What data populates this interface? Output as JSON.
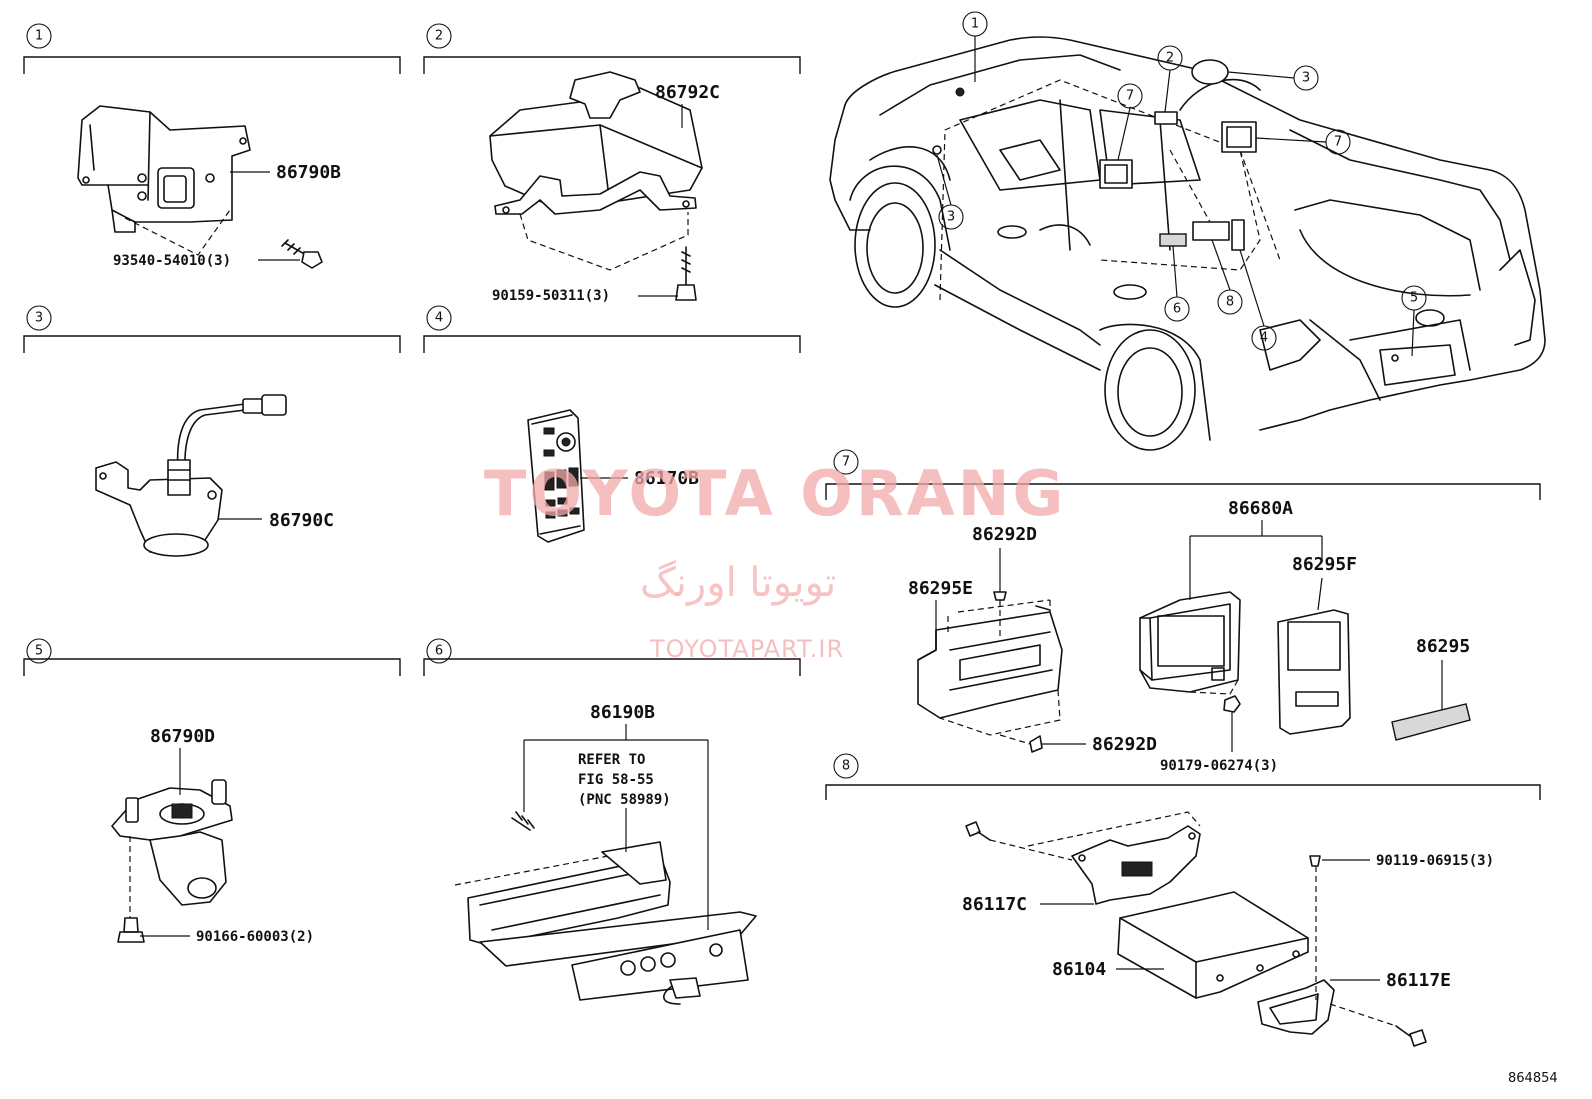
{
  "diagram_id": "864854",
  "watermark": {
    "brand": "TOYOTA ORANG",
    "brand_farsi": "تویوتا اورنگ",
    "site": "TOYOTAPART.IR"
  },
  "sections": [
    {
      "number": "1",
      "labels": [
        "86790B",
        "93540-54010(3)"
      ]
    },
    {
      "number": "2",
      "labels": [
        "86792C",
        "90159-50311(3)"
      ]
    },
    {
      "number": "3",
      "labels": [
        "86790C"
      ]
    },
    {
      "number": "4",
      "labels": [
        "86170B"
      ]
    },
    {
      "number": "5",
      "labels": [
        "86790D",
        "90166-60003(2)"
      ]
    },
    {
      "number": "6",
      "labels": [
        "86190B"
      ],
      "note": [
        "REFER TO",
        "FIG 58-55",
        "(PNC 58989)"
      ]
    },
    {
      "number": "7",
      "labels": [
        "86680A",
        "86292D",
        "86295E",
        "86295F",
        "86295",
        "86292D",
        "90179-06274(3)"
      ]
    },
    {
      "number": "8",
      "labels": [
        "90119-06915(3)",
        "86117C",
        "86104",
        "86117E"
      ]
    }
  ],
  "vehicle_callouts": [
    "1",
    "2",
    "3",
    "7",
    "7",
    "3",
    "6",
    "8",
    "4",
    "5"
  ]
}
